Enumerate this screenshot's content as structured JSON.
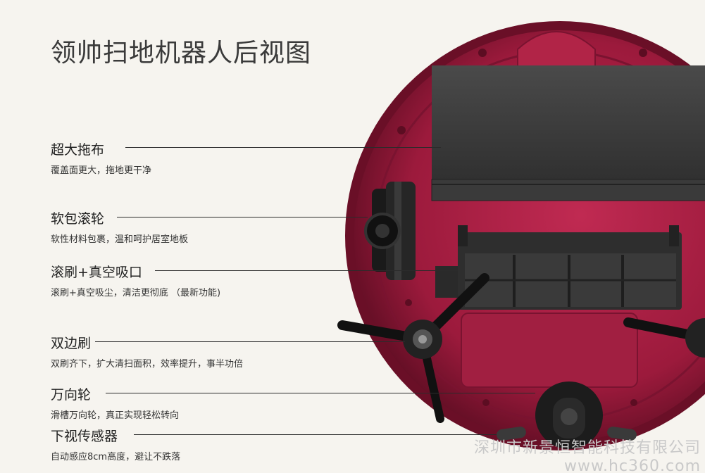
{
  "title": "领帅扫地机器人后视图",
  "features": [
    {
      "label": "超大拖布",
      "desc": "覆盖面更大，拖地更干净"
    },
    {
      "label": "软包滚轮",
      "desc": "软性材料包裹，温和呵护居室地板"
    },
    {
      "label": "滚刷+真空吸口",
      "desc": "滚刷+真空吸尘，清洁更彻底 （最新功能)"
    },
    {
      "label": "双边刷",
      "desc": "双刷齐下，扩大清扫面积，效率提升，事半功倍"
    },
    {
      "label": "万向轮",
      "desc": "滑槽万向轮，真正实现轻松转向"
    },
    {
      "label": "下视传感器",
      "desc": "自动感应8cm高度，避让不跌落"
    }
  ],
  "watermark": {
    "company": "深圳市新景恒智能科技有限公司",
    "url": "www.hc360.com"
  },
  "colors": {
    "background": "#f6f4ef",
    "body": "#9c1a3c",
    "body_dark": "#5c0d22",
    "mop": "#3e3e3e",
    "text": "#222222"
  }
}
